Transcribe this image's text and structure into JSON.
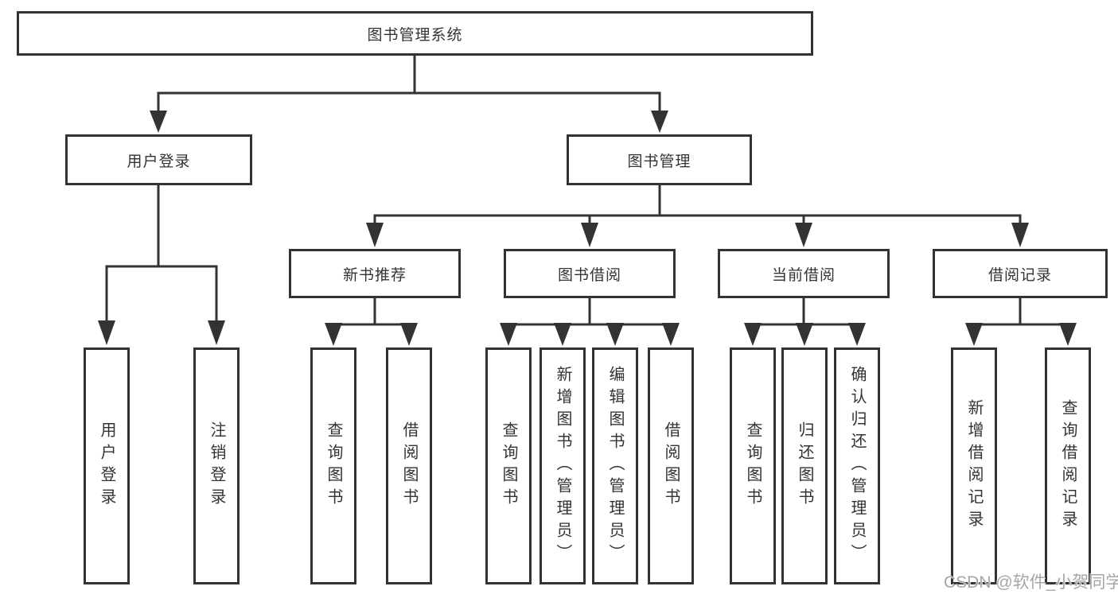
{
  "tree": {
    "root": "图书管理系统",
    "level2": [
      "用户登录",
      "图书管理"
    ],
    "level3": [
      "新书推荐",
      "图书借阅",
      "当前借阅",
      "借阅记录"
    ],
    "leaves": {
      "user_login": [
        "用户登录",
        "注销登录"
      ],
      "new_book": [
        "查询图书",
        "借阅图书"
      ],
      "book_borrow": [
        "查询图书",
        "新增图书（管理员）",
        "编辑图书（管理员）",
        "借阅图书"
      ],
      "current_borrow": [
        "查询图书",
        "归还图书",
        "确认归还（管理员）"
      ],
      "borrow_record": [
        "新增借阅记录",
        "查询借阅记录"
      ]
    }
  },
  "watermark": "CSDN @软件_小贺同学",
  "colors": {
    "line": "#333333",
    "text": "#333333",
    "watermark_gray": "#a6a6a6",
    "background": "#ffffff"
  }
}
